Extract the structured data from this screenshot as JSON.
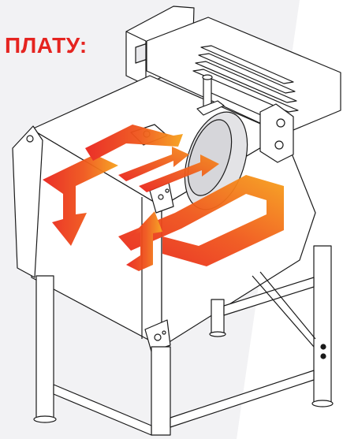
{
  "heading": {
    "text": "ПЛАТУ:"
  },
  "colors": {
    "accent": "#e52420",
    "backdrop": "#f2f2f4",
    "line": "#1a1a1a",
    "flow_start": "#e9241d",
    "flow_end": "#f7a21b"
  },
  "illustration": {
    "subject": "machine-on-stand",
    "airflow": "heat-flow-arrows"
  }
}
